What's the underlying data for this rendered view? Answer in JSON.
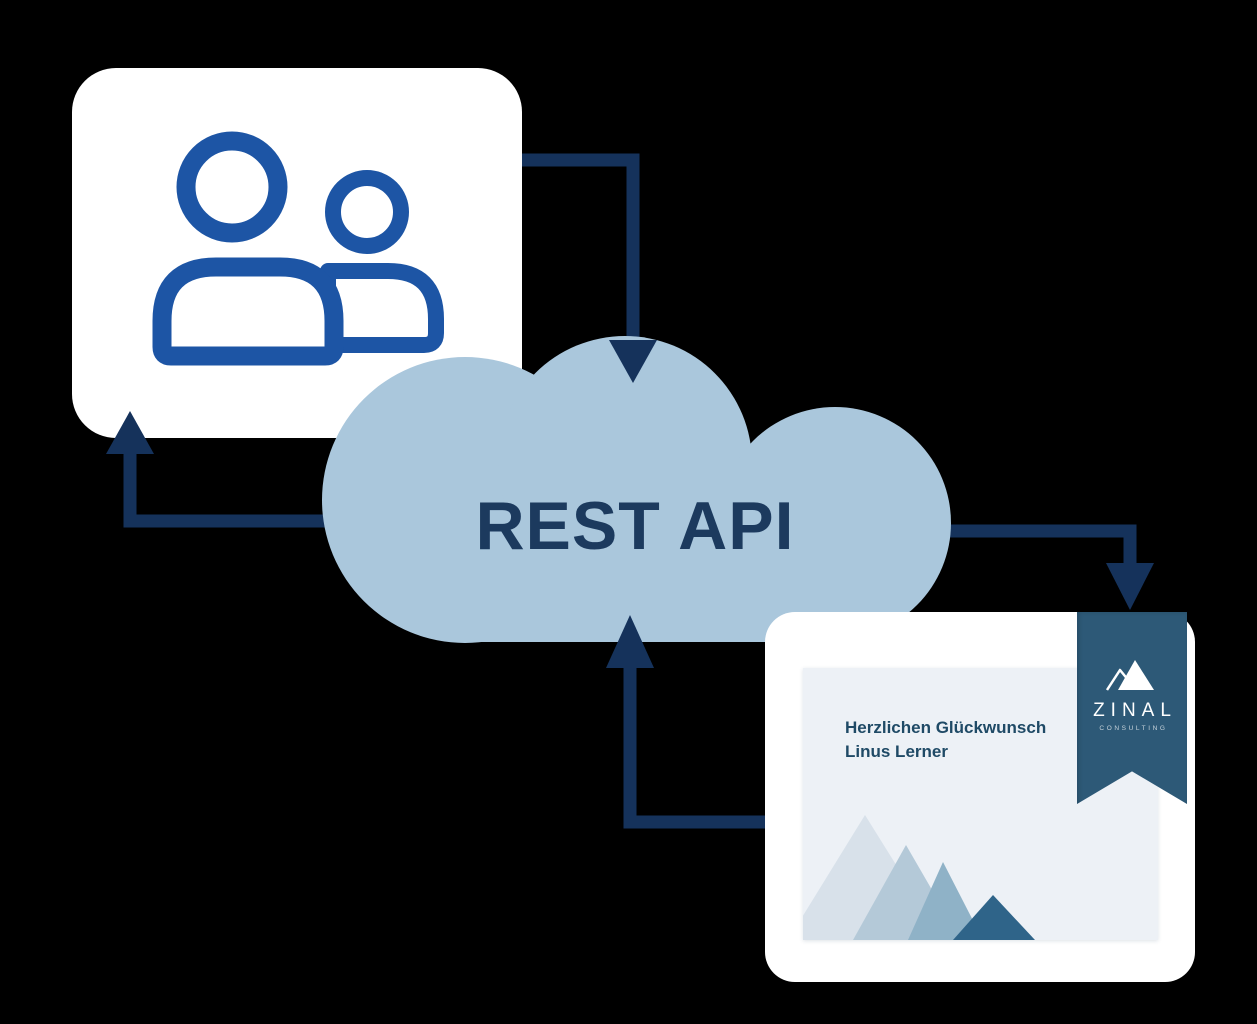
{
  "diagram": {
    "background": "#000000",
    "arrow_color": "#15325b",
    "arrows": [
      {
        "name": "users-to-api",
        "direction": "down"
      },
      {
        "name": "api-to-users",
        "direction": "up"
      },
      {
        "name": "api-to-certificate",
        "direction": "down"
      },
      {
        "name": "certificate-to-api",
        "direction": "up"
      }
    ]
  },
  "api_cloud": {
    "label": "REST API",
    "fill": "#aac7dc",
    "text_color": "#1c3a5e"
  },
  "users_card": {
    "background": "#ffffff",
    "icon": "users-icon",
    "icon_color": "#1d55a5"
  },
  "certificate_card": {
    "background": "#ffffff",
    "panel_background": "#edf1f6",
    "greeting_line1": "Herzlichen Glückwunsch",
    "greeting_line2": "Linus Lerner",
    "greeting_color": "#1f4a66",
    "ribbon": {
      "background": "#2d5977",
      "icon": "mountain-logo-icon",
      "brand": "ZINAL",
      "tagline": "CONSULTING"
    }
  }
}
